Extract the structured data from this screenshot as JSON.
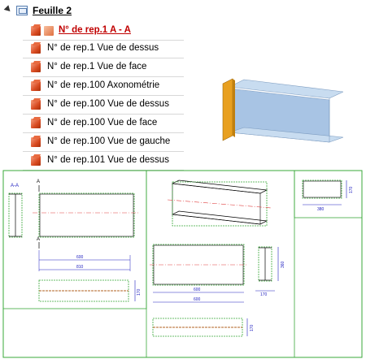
{
  "tree": {
    "root_label": "Feuille 2",
    "items": [
      {
        "label": "N° de rep.1 A - A",
        "selected": true
      },
      {
        "label": "N° de rep.1 Vue de dessus"
      },
      {
        "label": "N° de rep.1 Vue de face"
      },
      {
        "label": "N° de rep.100 Axonométrie"
      },
      {
        "label": "N° de rep.100 Vue de dessus"
      },
      {
        "label": "N° de rep.100 Vue de face"
      },
      {
        "label": "N° de rep.100 Vue de gauche"
      },
      {
        "label": "N° de rep.101 Vue de dessus"
      }
    ]
  },
  "drawing": {
    "section_label": "A-A",
    "cut_label_top": "A",
    "cut_label_bottom": "A",
    "dims": {
      "d600a": "600",
      "d810": "810",
      "d170a": "170",
      "d600b": "600",
      "d600c": "600",
      "d170b": "170",
      "d360": "360",
      "d170c": "170",
      "d170d": "170",
      "d380": "380"
    }
  },
  "colors": {
    "selected_text": "#c00000",
    "frame_green": "#3aa83a",
    "dim_blue": "#2020c0",
    "centerline_red": "#e04040",
    "model_blue": "#a8c4e4",
    "model_orange": "#e8a020"
  }
}
